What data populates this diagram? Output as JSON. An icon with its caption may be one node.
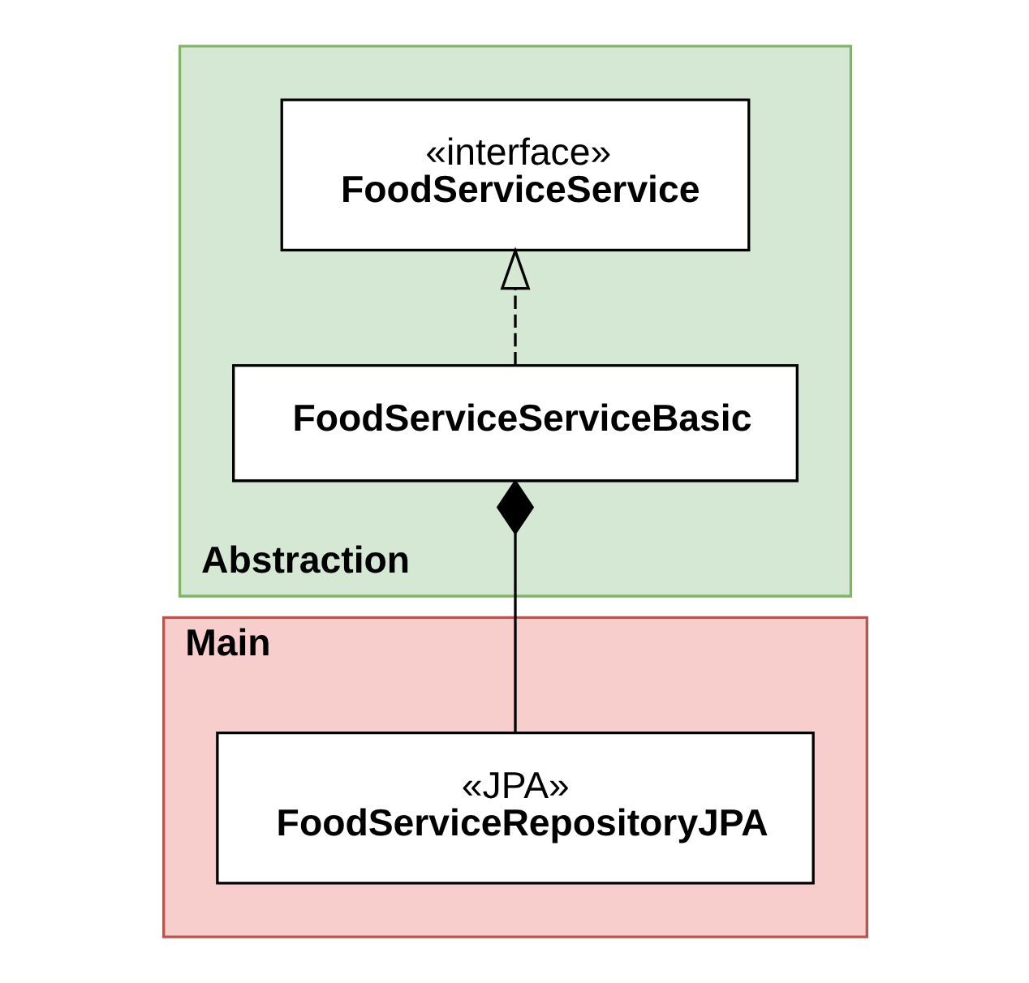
{
  "diagram": {
    "nodes": [
      {
        "text": [
          "Abstraction"
        ]
      },
      {
        "text": [
          "«interface»",
          "FoodServiceService"
        ],
        "in": 0
      },
      {
        "text": [
          "FoodServiceServiceBasic"
        ],
        "in": 0
      },
      {
        "text": [
          "Main"
        ]
      },
      {
        "text": [
          "«JPA»",
          "FoodServiceRepositoryJPA"
        ],
        "in": 3
      }
    ],
    "edges": [
      {
        "from": 2,
        "to": 1,
        "arrow": "to",
        "style": "dashed"
      },
      {
        "from": 4,
        "to": 2,
        "arrow": "other"
      }
    ]
  }
}
